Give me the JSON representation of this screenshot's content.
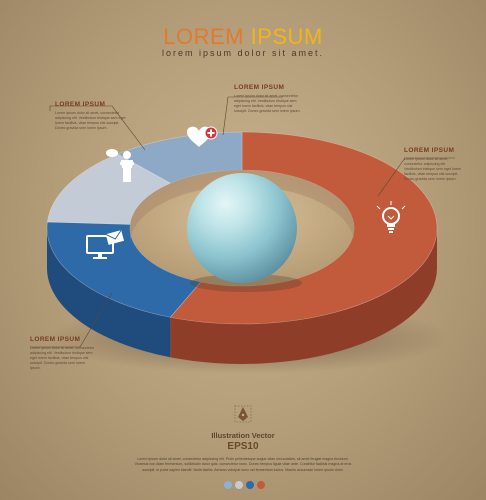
{
  "header": {
    "title_word1": "LOREM",
    "title_word2": "IPSUM",
    "subtitle": "lorem ipsum dolor sit amet."
  },
  "callouts": [
    {
      "label": "LOREM IPSUM",
      "desc": "Lorem ipsum dolor sit amet, consectetur adipiscing elit. Vestibulum tristique sem eget lorem facilisis, vitae tempus nisi suscipit. Donec gravida sem lorem ipsum."
    },
    {
      "label": "LOREM IPSUM",
      "desc": "Lorem ipsum dolor sit amet, consectetur adipiscing elit. Vestibulum tristique sem eget lorem facilisis, vitae tempus nisi suscipit. Donec gravida sem lorem ipsum."
    },
    {
      "label": "LOREM IPSUM",
      "desc": "Lorem ipsum dolor sit amet, consectetur adipiscing elit. Vestibulum tristique sem eget lorem facilisis, vitae tempus nisi suscipit. Donec gravida sem lorem ipsum."
    },
    {
      "label": "LOREM IPSUM",
      "desc": "Lorem ipsum dolor sit amet, consectetur adipiscing elit. Vestibulum tristique sem eget lorem facilisis, vitae tempus nisi suscipit. Donec gravida sem lorem ipsum."
    }
  ],
  "segments": [
    {
      "color": "#c25a3c",
      "side": "#8e3d28",
      "fraction": 0.56,
      "icon": "lightbulb-icon"
    },
    {
      "color": "#2e6aa8",
      "side": "#1f4c7c",
      "fraction": 0.2,
      "icon": "monitor-mail-icon"
    },
    {
      "color": "#c3cbd6",
      "side": "#93a0b0",
      "fraction": 0.13,
      "icon": "speaker-podium-icon"
    },
    {
      "color": "#8ea9c6",
      "side": "#6a86a6",
      "fraction": 0.11,
      "icon": "heart-plus-icon"
    }
  ],
  "footer": {
    "title": "Illustration Vector",
    "eps": "EPS10",
    "icon": "pen-tool-icon",
    "text": "Lorem ipsum dolor sit amet, consectetur adipiscing elit. Proin pellentesque augue vitae nisl sodales, sit amet feugiat magna tincidunt. Vivamus non diam fermentum, sollicitudin dolor quis, consectetur nunc. Donec tempus ligula vitae ante. Curabitur facilisis magna at eros suscipit, in porta sapien blandit. Nulla facilisi. Aenean volutpat nunc vel fermentum luctus. Mauris accumsan lorem ipsum dolor."
  },
  "palette": [
    "#8fb1cf",
    "#c3cbd6",
    "#2e6aa8",
    "#c25a3c"
  ]
}
